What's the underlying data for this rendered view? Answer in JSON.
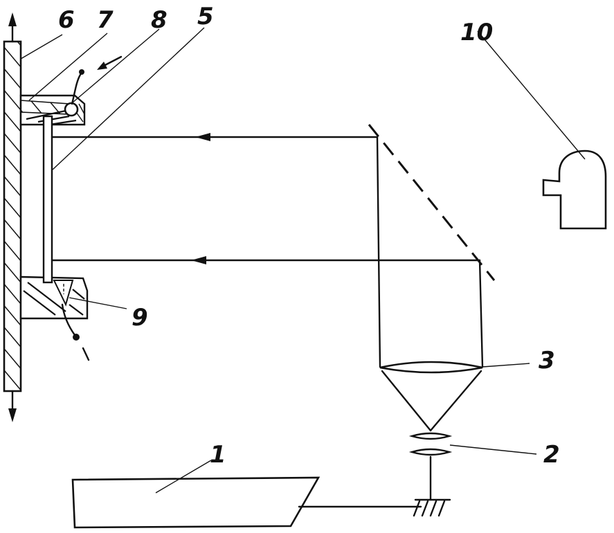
{
  "labels": {
    "n1": "1",
    "n2": "2",
    "n3": "3",
    "n5": "5",
    "n6": "6",
    "n7": "7",
    "n8": "8",
    "n9": "9",
    "n10": "10"
  }
}
